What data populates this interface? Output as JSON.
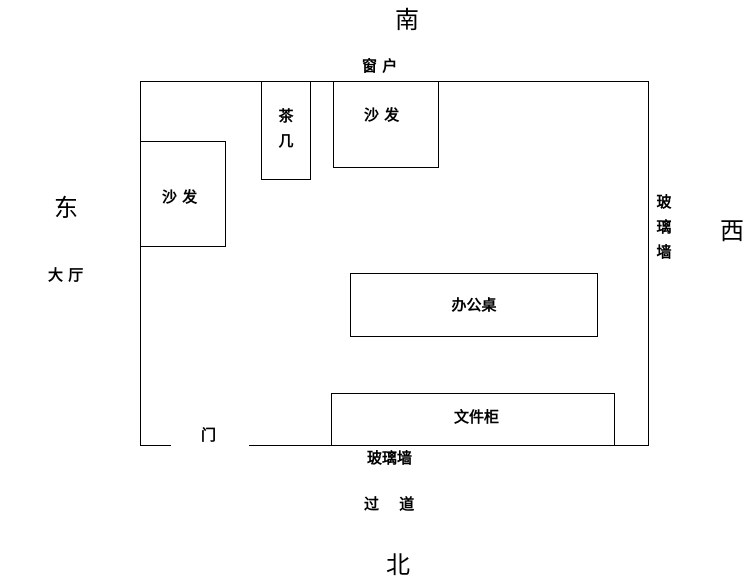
{
  "directions": {
    "south": "南",
    "north": "北",
    "east": "东",
    "west": "西"
  },
  "labels": {
    "window": "窗 户",
    "lobby": "大 厅",
    "door": "门",
    "glass_wall_north": "玻璃墙",
    "corridor": "过　 道",
    "glass_wall_west": "玻璃墙"
  },
  "furniture": {
    "tea_table": "茶几",
    "sofa_top": "沙 发",
    "sofa_left": "沙 发",
    "desk": "办公桌",
    "file_cabinet": "文件柜"
  }
}
